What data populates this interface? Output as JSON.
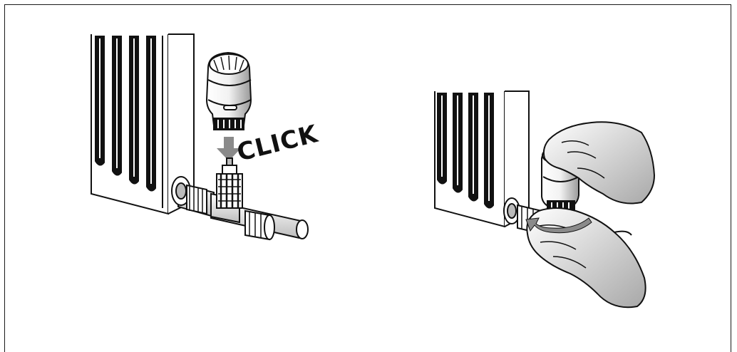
{
  "step1": {
    "label": "CLICK",
    "arrow_color": "#8a8a8a"
  },
  "colors": {
    "ink": "#111111",
    "shade": "#9a9a9a",
    "light_shade": "#d0d0d0",
    "paper": "#ffffff"
  },
  "icons": [
    "radiator",
    "thermostat-head",
    "valve-body",
    "pipe",
    "press-down-arrow",
    "hands",
    "rotation-arrow"
  ]
}
